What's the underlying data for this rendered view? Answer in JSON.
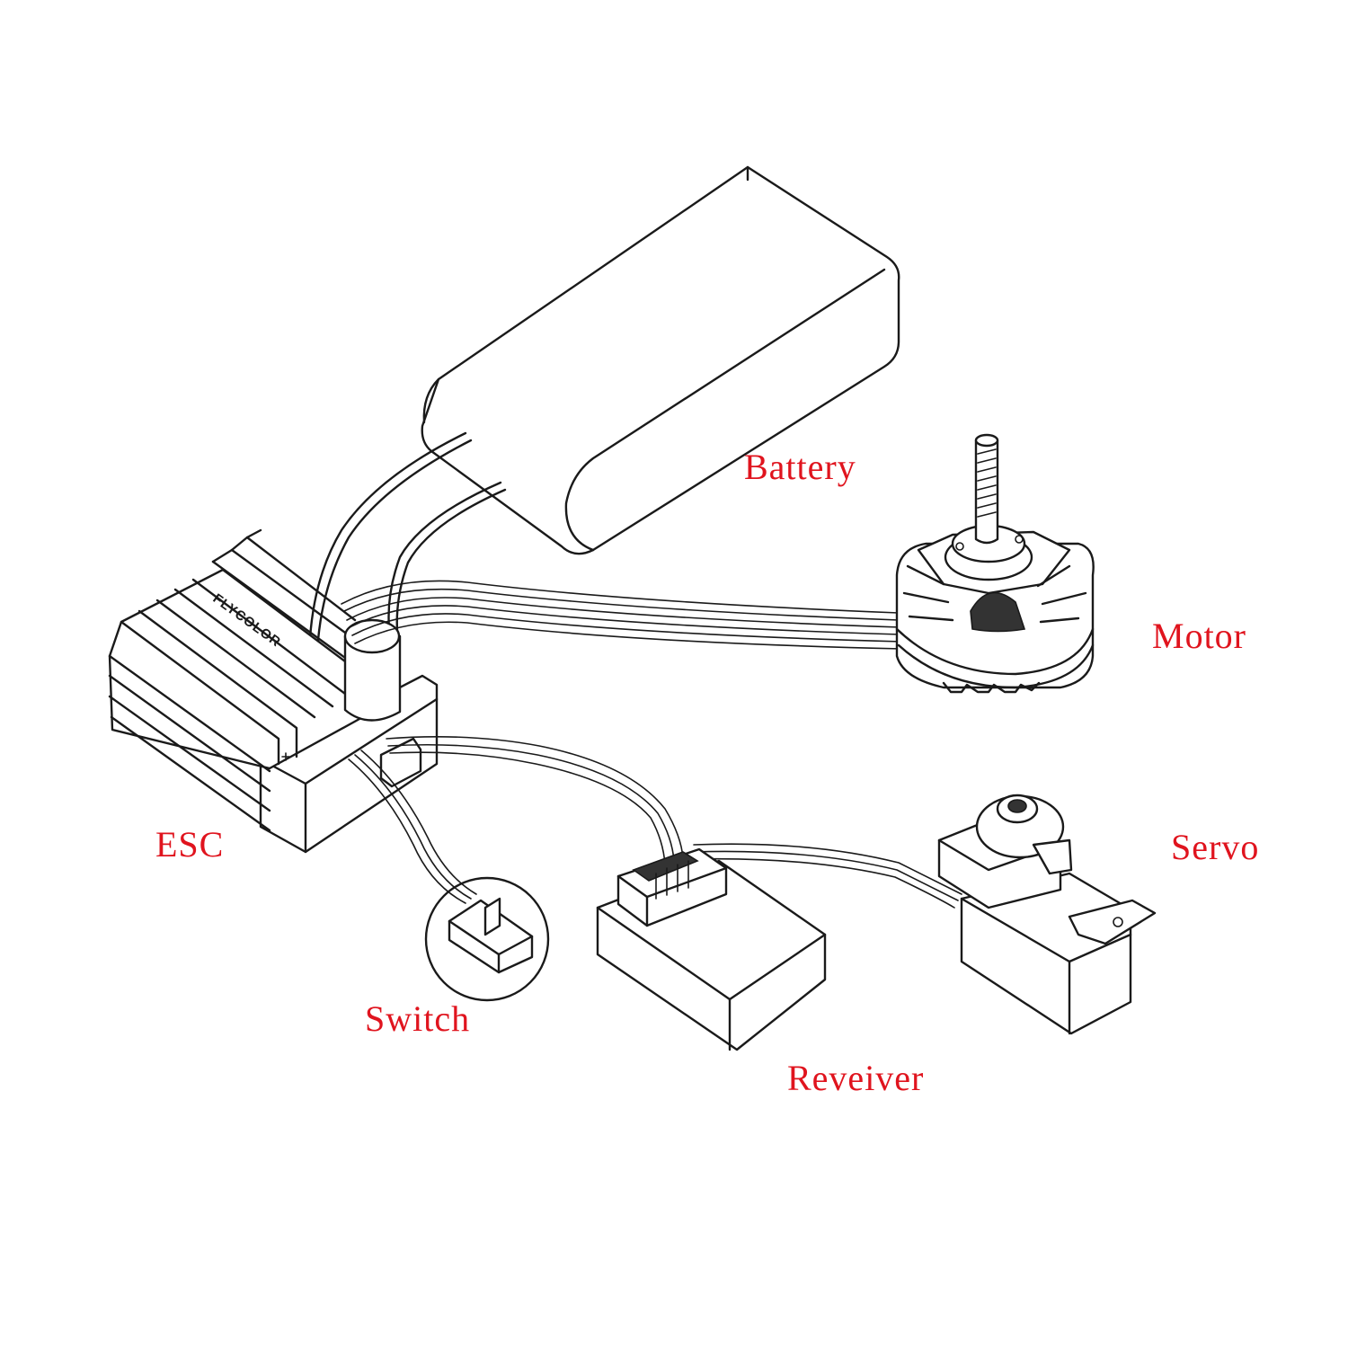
{
  "labels": {
    "battery": "Battery",
    "motor": "Motor",
    "servo": "Servo",
    "esc": "ESC",
    "switch": "Switch",
    "receiver": "Reveiver"
  },
  "esc_brand": "FLYCOLOR",
  "label_color": "#e0141e",
  "line_color": "#1a1a1a"
}
